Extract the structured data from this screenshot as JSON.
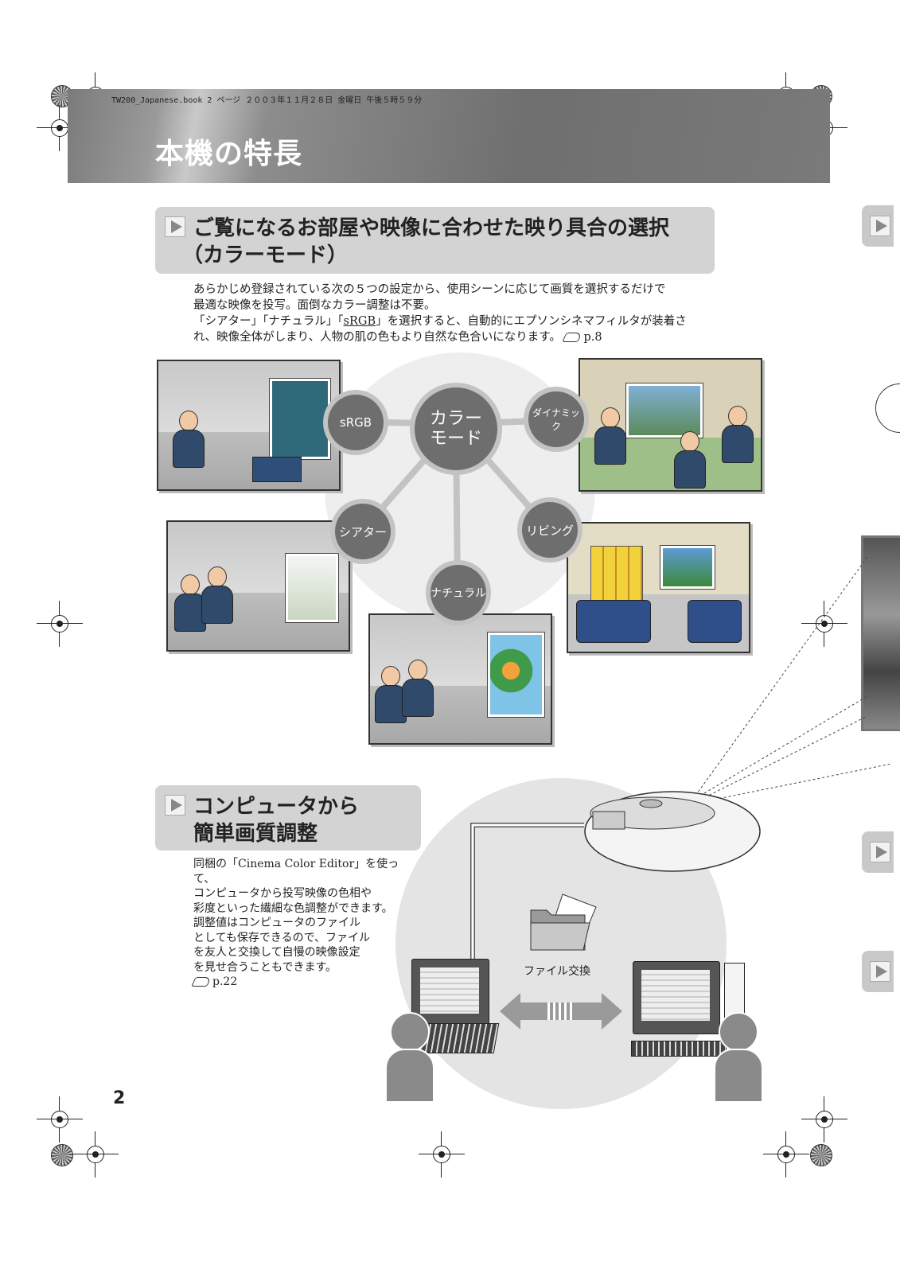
{
  "header": {
    "book_info": "TW200_Japanese.book  2 ページ  ２００３年１１月２８日  金曜日  午後５時５９分",
    "page_title": "本機の特長"
  },
  "section1": {
    "title_line1": "ご覧になるお部屋や映像に合わせた映り具合の選択",
    "title_line2": "（カラーモード）",
    "text_line1": "あらかじめ登録されている次の５つの設定から、使用シーンに応じて画質を選択するだけで",
    "text_line2": "最適な映像を投写。面倒なカラー調整は不要。",
    "text_line3_a": "「シアター」「ナチュラル」「",
    "text_line3_link": "sRGB",
    "text_line3_b": "」を選択すると、自動的にエプソンシネマフィルタが装着さ",
    "text_line4": "れ、映像全体がしまり、人物の肌の色もより自然な色合いになります。",
    "ref": "p.8"
  },
  "color_modes": {
    "center_line1": "カラー",
    "center_line2": "モード",
    "srgb": "sRGB",
    "dynamic": "ダイナミック",
    "theater": "シアター",
    "living": "リビング",
    "natural": "ナチュラル"
  },
  "section2": {
    "title_line1": "コンピュータから",
    "title_line2": "簡単画質調整",
    "text_lines": [
      "同梱の「Cinema Color Editor」を使って、",
      "コンピュータから投写映像の色相や",
      "彩度といった繊細な色調整ができます。",
      "調整値はコンピュータのファイル",
      "としても保存できるので、ファイル",
      "を友人と交換して自慢の映像設定",
      "を見せ合うこともできます。"
    ],
    "ref": "p.22",
    "file_exchange": "ファイル交換"
  },
  "page_number": "2",
  "colors": {
    "banner": "#d3d3d3",
    "node": "#6e6e6e",
    "header_band": "#7b7b7b"
  }
}
